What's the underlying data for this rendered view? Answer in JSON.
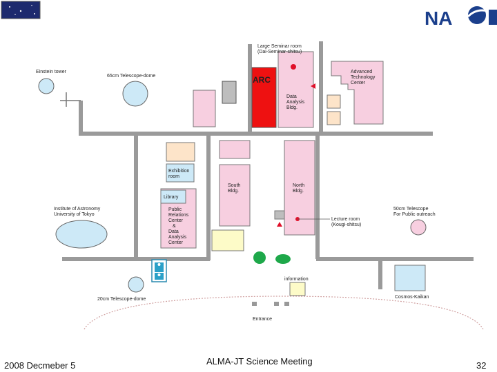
{
  "labels": {
    "einstein_tower": "Einstein tower",
    "dome_65": "65cm Telescope-dome",
    "large_seminar_1": "Large Seminar room",
    "large_seminar_2": "(Dai-Seminar-shitsu)",
    "arc": "ARC",
    "advanced_1": "Advanced",
    "advanced_2": "Technology",
    "advanced_3": "Center",
    "data_analysis_1": "Data",
    "data_analysis_2": "Analysis",
    "data_analysis_3": "Bldg.",
    "exhibition_1": "Exhibition",
    "exhibition_2": "room",
    "library": "Library",
    "public_1": "Public",
    "public_2": "Relations",
    "public_3": "Center",
    "public_4": "&",
    "public_5": "Data",
    "public_6": "Analysis",
    "public_7": "Center",
    "south_1": "South",
    "south_2": "Bldg.",
    "north_1": "North",
    "north_2": "Bldg.",
    "lecture_1": "Lecture room",
    "lecture_2": "(Kougi-shitsu)",
    "ioa_1": "Institute of Astronomy",
    "ioa_2": "University of Tokyo",
    "tel50_1": "50cm Telescope",
    "tel50_2": "For Public outreach",
    "information": "information",
    "cosmos": "Cosmos-Kaikan",
    "dome_20": "20cm Telescope-dome",
    "entrance": "Entrance"
  },
  "footer": {
    "date": "2008 Decmeber 5",
    "meeting": "ALMA-JT Science Meeting",
    "page": "32"
  },
  "colors": {
    "road": "#9a9a9a",
    "building": "#f7cfe0",
    "arc_red": "#ee1111",
    "blue": "#cde9f7",
    "beige": "#fde4c9",
    "yellow": "#fdfbc8",
    "green": "#1ea84a"
  },
  "icons": {
    "top_left": "observatory-logo-icon",
    "top_right": "naoj-logo-icon",
    "toilet": "restroom-icon"
  }
}
